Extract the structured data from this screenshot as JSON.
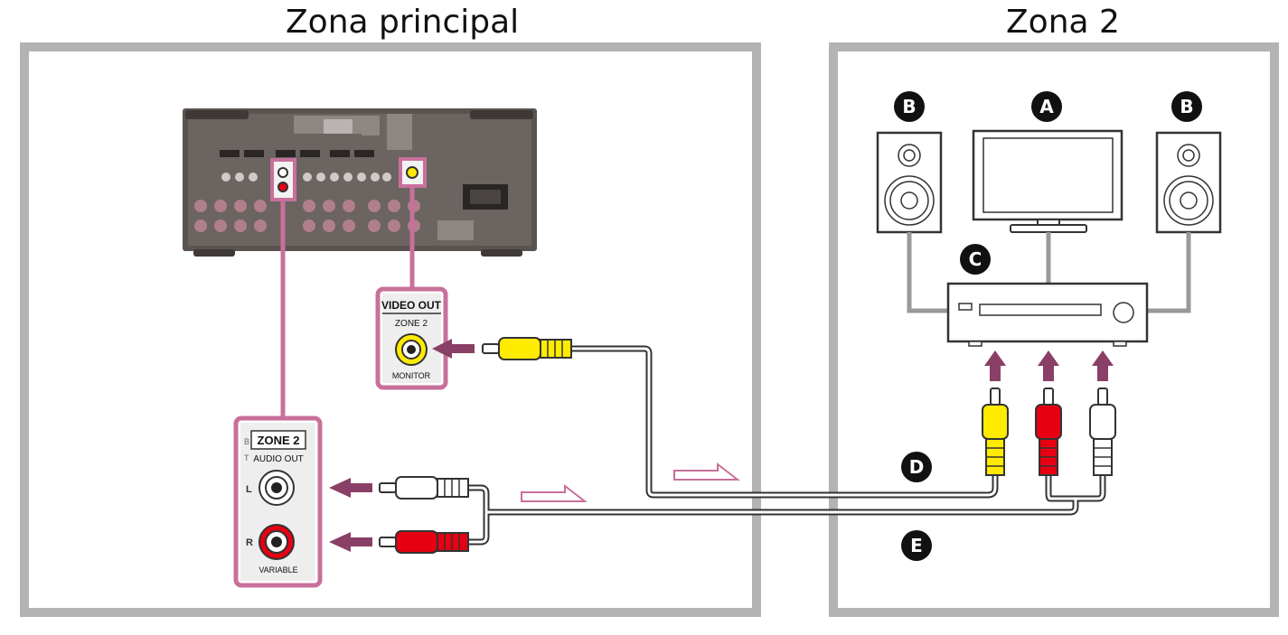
{
  "zones": {
    "main_title": "Zona principal",
    "zone2_title": "Zona 2"
  },
  "callouts": {
    "tv": "A",
    "speaker_left": "B",
    "speaker_right": "B",
    "amplifier": "C",
    "video_cable": "D",
    "audio_cable": "E"
  },
  "video_panel": {
    "header": "VIDEO OUT",
    "zone": "ZONE 2",
    "jack": "MONITOR"
  },
  "audio_panel": {
    "header": "ZONE 2",
    "sub": "AUDIO OUT",
    "left": "L",
    "right": "R",
    "footer": "VARIABLE",
    "edge_top": "B",
    "edge_mid": "T"
  },
  "colors": {
    "frame": "#b3b3b3",
    "highlight": "#c8709b",
    "arrow": "#8a3f66",
    "yellow": "#ffeb00",
    "red": "#e60012",
    "receiver": "#5a5350"
  }
}
